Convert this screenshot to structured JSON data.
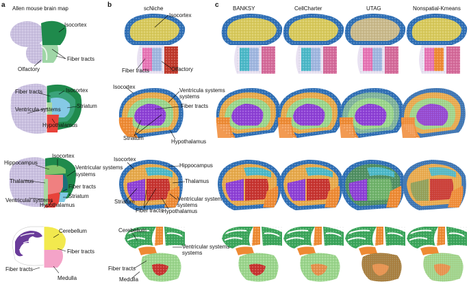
{
  "panels": {
    "a": {
      "label": "a",
      "title": "Allen mouse brain map",
      "rows": [
        {
          "annotations": [
            "Isocortex",
            "Fiber tracts",
            "Olfactory"
          ]
        },
        {
          "annotations": [
            "Fiber tracts",
            "Isocortex",
            "Ventricula systems",
            "Striatum",
            "Hypothalamus"
          ]
        },
        {
          "annotations": [
            "Hippocampus",
            "Isocortex",
            "Ventricular systems",
            "Thalamus",
            "Fiber tracts",
            "Striatum",
            "Ventricular systems",
            "Hypothalamus"
          ]
        },
        {
          "annotations": [
            "Cerebellum",
            "Fiber tracts",
            "Fiber tracts",
            "Medulla"
          ]
        }
      ]
    },
    "b": {
      "label": "b",
      "title": "scNiche",
      "rows": [
        {
          "annotations": [
            "Isocortex",
            "Fiber tracts",
            "Olfactory"
          ]
        },
        {
          "annotations": [
            "Isocortex",
            "Ventricula systems",
            "Fiber tracts",
            "Striatum",
            "Hypothalamus"
          ]
        },
        {
          "annotations": [
            "Isocortex",
            "Hippocampus",
            "Thalamus",
            "Striatum",
            "Fiber tracts",
            "Ventricular systems",
            "Hypothalamus"
          ]
        },
        {
          "annotations": [
            "Cerebellum",
            "Ventricular systems",
            "Fiber tracts",
            "Medulla"
          ]
        }
      ]
    },
    "c": {
      "label": "c",
      "methods": [
        "BANKSY",
        "CellCharter",
        "UTAG",
        "Nonspatial-Kmeans"
      ]
    }
  },
  "colors": {
    "isocortex_allen": "#1f8a4c",
    "fiber_allen": "#a8d8a0",
    "striatum_allen": "#7ec8e3",
    "hypothalamus_allen": "#e8423a",
    "thalamus_allen": "#f08080",
    "cerebellum_allen": "#f2e94e",
    "medulla_allen": "#f4a3c8",
    "nissl": "#b9aed3",
    "sn_blue": "#2f6fb5",
    "sn_yellow": "#d8c95a",
    "sn_purple": "#8d3fd6",
    "sn_orange": "#ee8a33",
    "sn_red": "#c7332f",
    "sn_cyan": "#4bb8c8",
    "sn_green": "#3aa55a",
    "sn_pink": "#e774b5",
    "sn_lightgreen": "#9ad58b"
  }
}
